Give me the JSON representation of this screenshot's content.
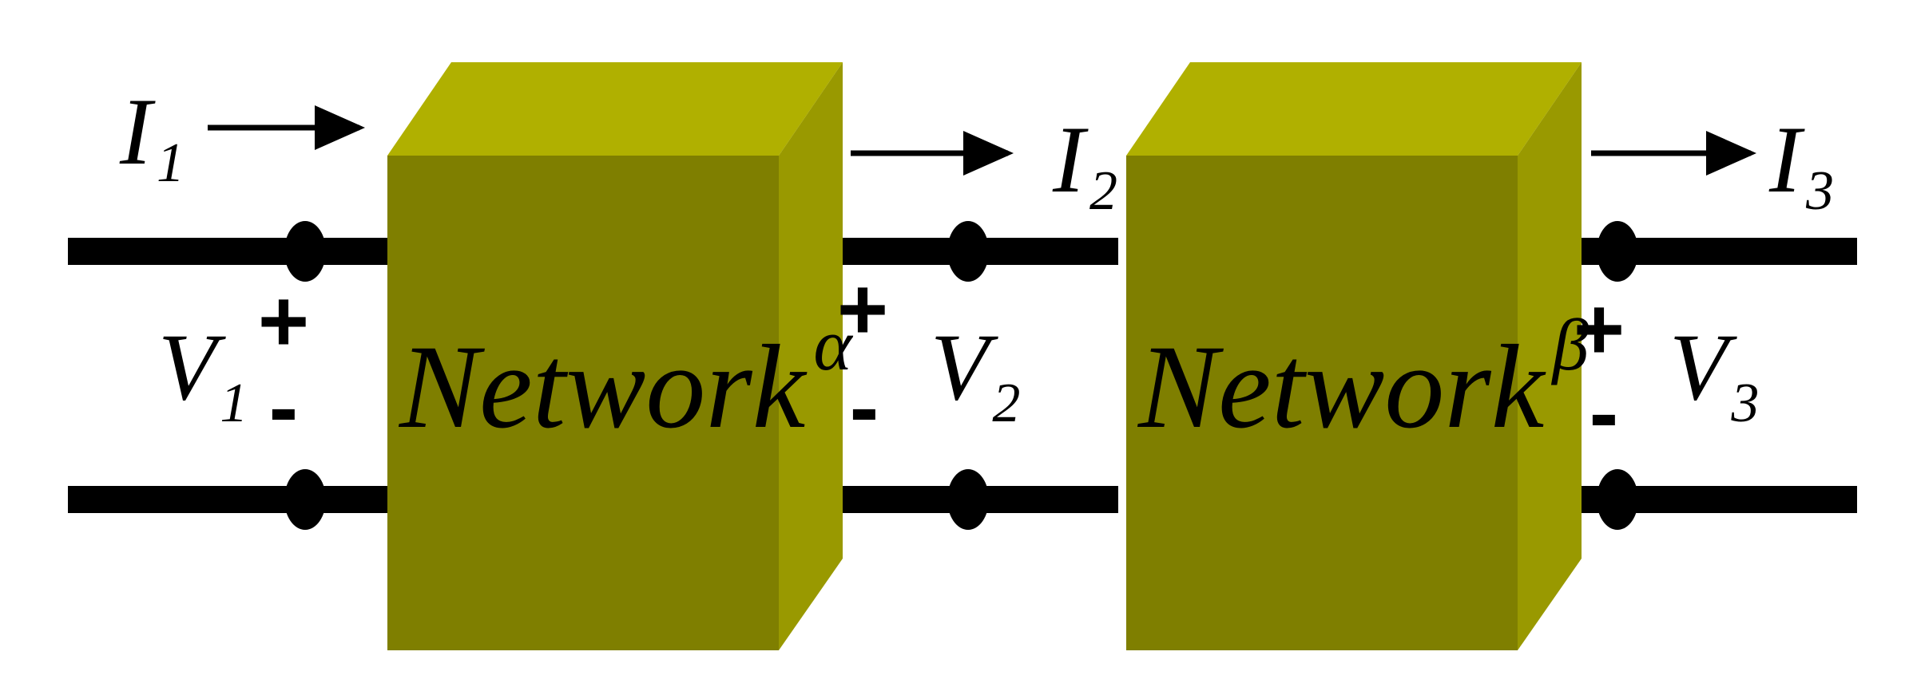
{
  "diagram": {
    "networks": [
      {
        "name": "Network",
        "superscript": "α"
      },
      {
        "name": "Network",
        "superscript": "β"
      }
    ],
    "currents": [
      {
        "symbol": "I",
        "sub": "1"
      },
      {
        "symbol": "I",
        "sub": "2"
      },
      {
        "symbol": "I",
        "sub": "3"
      }
    ],
    "voltages": [
      {
        "symbol": "V",
        "sub": "1"
      },
      {
        "symbol": "V",
        "sub": "2"
      },
      {
        "symbol": "V",
        "sub": "3"
      }
    ],
    "plus_sign": "+",
    "minus_sign": "-",
    "colors": {
      "box_front": "#7f7f00",
      "box_top": "#b0b000",
      "box_side": "#999900",
      "wire": "#000000"
    }
  }
}
